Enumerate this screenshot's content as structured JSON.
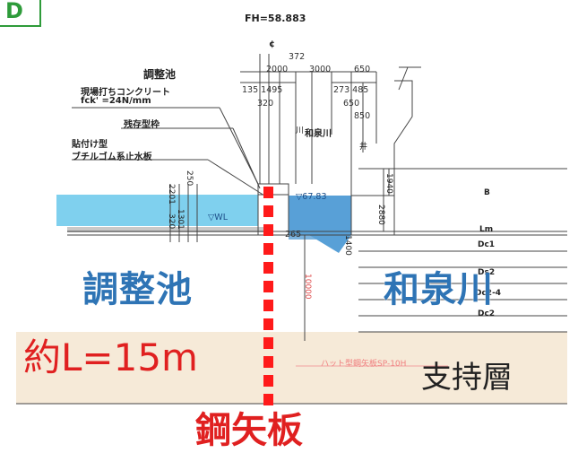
{
  "panel_tag": "D",
  "fh_label": "FH=58.883",
  "cl_mark": "¢",
  "labels": {
    "pond": "調整池",
    "concrete": "現場打ちコンクリート",
    "fck": "fck' =24N/mm",
    "formwork": "残存型枠",
    "waterstop_1": "貼付け型",
    "waterstop_2": "ブチルゴム系止水板",
    "river_small": "和泉川",
    "river_wall_a": "川",
    "river_wall_b": "井",
    "wl_left": "▽WL",
    "wl_right": "▽67.83"
  },
  "dims": {
    "d372": "372",
    "d2000": "2000",
    "d3000": "3000",
    "d650_top": "650",
    "d135_1495": "135 1495",
    "d273_485": "273 485",
    "d320": "320",
    "d650_b": "650",
    "d850": "850",
    "d1940": "1940",
    "d2880": "2880",
    "d10000": "10000",
    "d265": "265",
    "d1400": "1400",
    "d320_v": "320",
    "d1301_250": "1301",
    "d250": "250",
    "d2201": "2201"
  },
  "layers": [
    "B",
    "Lm",
    "Dc1",
    "Ds2",
    "Dc2-4",
    "Dc2"
  ],
  "faint_label": "ハット型鋼矢板SP-10H",
  "overlay": {
    "pond": "調整池",
    "river": "和泉川",
    "length": "約L=15m",
    "support": "支持層",
    "sheet_pile": "鋼矢板"
  },
  "colors": {
    "water": "#7fd0ee",
    "water_right": "#3b8fd0",
    "pile": "#ff1a1a",
    "support_fill": "#f6ead8",
    "blue_text": "#2e74b5",
    "red_text": "#e02020",
    "tag_green": "#2e9b3a"
  }
}
